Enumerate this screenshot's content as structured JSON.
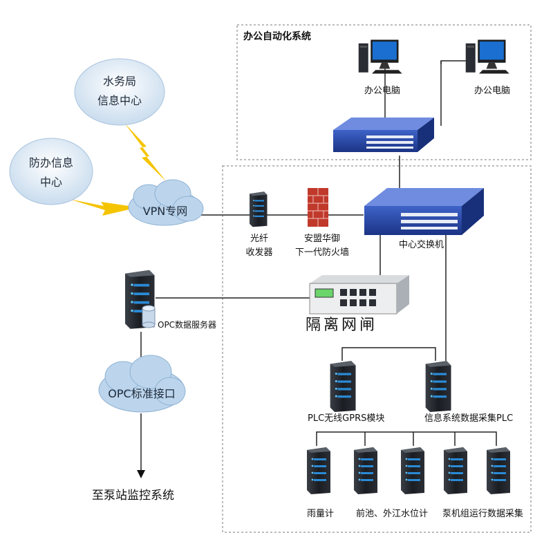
{
  "office_zone": {
    "title": "办公自动化系统"
  },
  "office_pc_left": {
    "label": "办公电脑"
  },
  "office_pc_right": {
    "label": "办公电脑"
  },
  "cloud_water": {
    "line1": "水务局",
    "line2": "信息中心"
  },
  "cloud_flood": {
    "line1": "防办信息",
    "line2": "中心"
  },
  "cloud_vpn": {
    "label": "VPN专网"
  },
  "fiber": {
    "line1": "光纤",
    "line2": "收发器"
  },
  "firewall": {
    "line1": "安盟华御",
    "line2": "下一代防火墙"
  },
  "core_switch": {
    "label": "中心交换机"
  },
  "opc_server": {
    "label": "OPC数据服务器"
  },
  "gatekeeper": {
    "label": "隔离网闸"
  },
  "opc_cloud": {
    "label": "OPC标准接口"
  },
  "pump_station": {
    "label": "至泵站监控系统"
  },
  "plc_gprs": {
    "label": "PLC无线GPRS模块"
  },
  "info_plc": {
    "label": "信息系统数据采集PLC"
  },
  "rain_gauge": {
    "label": "雨量计"
  },
  "water_level": {
    "label": "前池、外江水位计"
  },
  "pump_data": {
    "label": "泵机组运行数据采集"
  },
  "colors": {
    "switch": "#1f3f9e",
    "firewall": "#c0392b",
    "server": "#1c1f24",
    "cloud": "#dde9f5",
    "bolt": "#f5c400"
  }
}
